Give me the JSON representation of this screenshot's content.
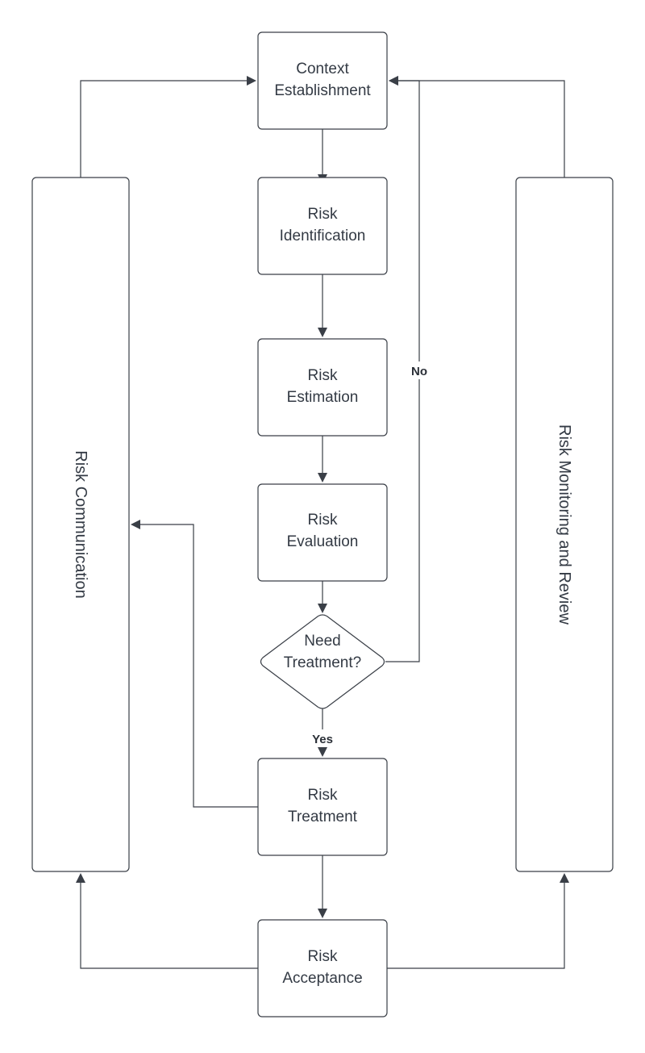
{
  "nodes": {
    "context_establishment": [
      "Context",
      "Establishment"
    ],
    "risk_identification": [
      "Risk",
      "Identification"
    ],
    "risk_estimation": [
      "Risk",
      "Estimation"
    ],
    "risk_evaluation": [
      "Risk",
      "Evaluation"
    ],
    "need_treatment": [
      "Need",
      "Treatment?"
    ],
    "risk_treatment": [
      "Risk",
      "Treatment"
    ],
    "risk_acceptance": [
      "Risk",
      "Acceptance"
    ],
    "risk_communication": "Risk Communication",
    "risk_monitoring": "Risk Monitoring and Review"
  },
  "edge_labels": {
    "no": "No",
    "yes": "Yes"
  },
  "colors": {
    "stroke": "#3a3f47",
    "text": "#333a44",
    "background": "#ffffff"
  }
}
